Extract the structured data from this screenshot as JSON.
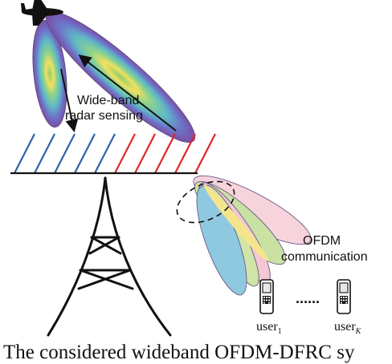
{
  "labels": {
    "radar_line1": "Wide-band",
    "radar_line2": "radar sensing",
    "comm_line1": "OFDM",
    "comm_line2": "communication",
    "user_first": "user",
    "user_first_sub": "1",
    "user_dots": "......",
    "user_last": "user",
    "user_last_sub": "K",
    "caption": "The considered wideband OFDM-DFRC sy"
  },
  "colors": {
    "array_blue": "#2b63a8",
    "array_red": "#e0262c",
    "lobe_outline": "#6a5a8a",
    "beam_pink": "#f7d3dc",
    "beam_green": "#c9e2a4",
    "beam_blue": "#8fc9e0",
    "tower": "#111111"
  },
  "icons": {
    "aircraft": "airplane-icon",
    "phone": "mobile-phone-icon"
  }
}
